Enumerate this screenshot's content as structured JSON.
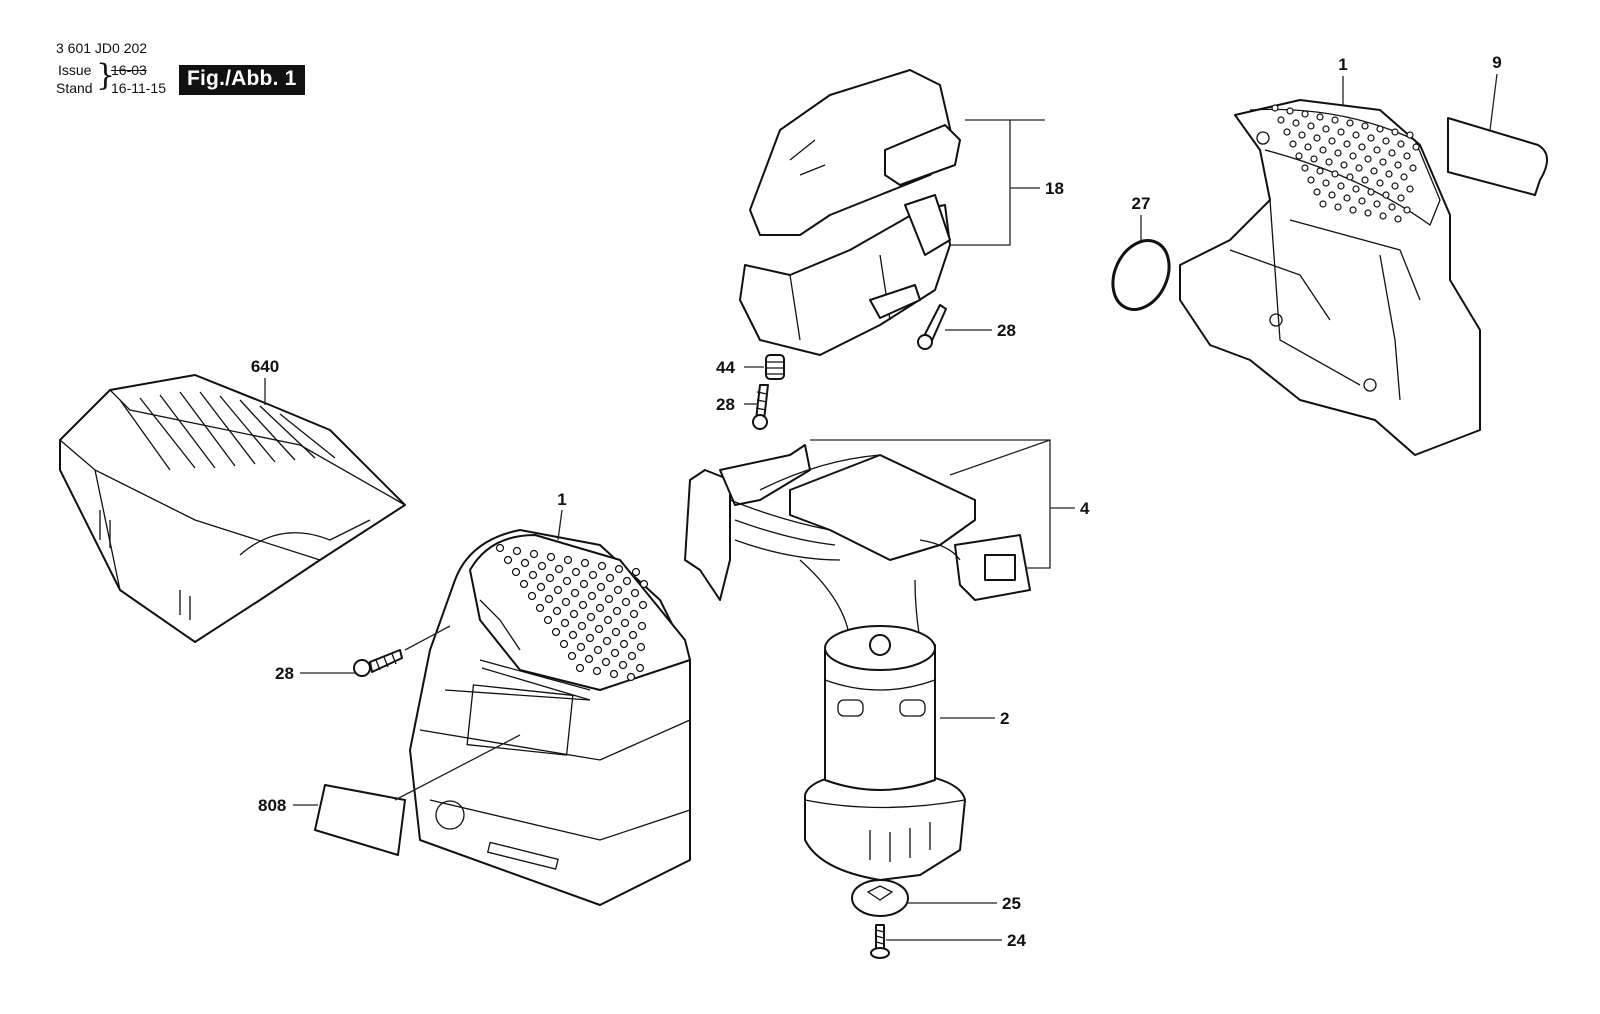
{
  "header": {
    "doc_number": "3 601 JD0 202",
    "issue_label": "Issue",
    "stand_label": "Stand",
    "issue_date": "16-03",
    "stand_date": "16-11-15",
    "figure_label": "Fig./Abb. 1"
  },
  "callouts": {
    "housing_top": "1",
    "label_9": "9",
    "switch_cover": "18",
    "oring": "27",
    "screw_28_a": "28",
    "spring_44": "44",
    "screw_28_b": "28",
    "dust_box": "640",
    "housing_main": "1",
    "electronics": "4",
    "screw_28_c": "28",
    "motor": "2",
    "label_808": "808",
    "fan_washer": "25",
    "screw_24": "24"
  },
  "colors": {
    "ink": "#111111",
    "paper": "#ffffff",
    "badge_bg": "#111111",
    "badge_text": "#ffffff"
  }
}
